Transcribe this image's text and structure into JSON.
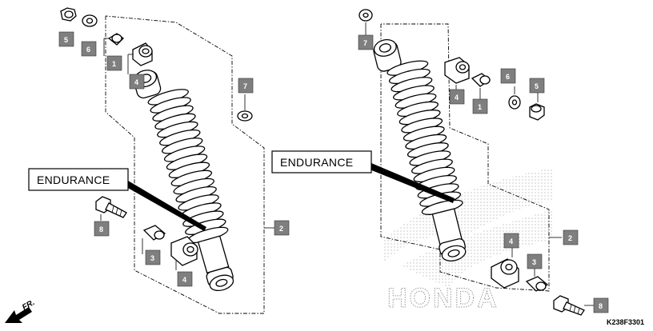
{
  "labels": {
    "left_endurance": "ENDURANCE",
    "right_endurance": "ENDURANCE"
  },
  "callouts": {
    "left": [
      "5",
      "6",
      "1",
      "4",
      "7",
      "8",
      "2",
      "3",
      "4"
    ],
    "right": [
      "7",
      "4",
      "1",
      "6",
      "5",
      "2",
      "4",
      "3",
      "8"
    ]
  },
  "direction": "FR.",
  "watermark": "HONDA",
  "diagram_code": "K238F3301"
}
